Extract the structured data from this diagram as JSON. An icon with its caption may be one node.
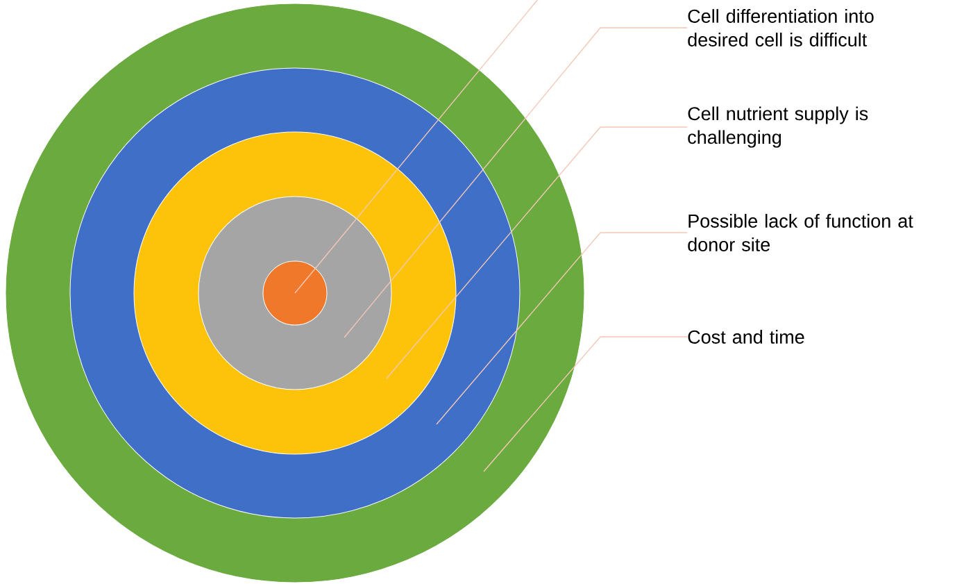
{
  "diagram": {
    "nodes": [
      {
        "text": [],
        "shape": "circle"
      },
      {
        "text": [],
        "shape": "circle",
        "in": 0
      },
      {
        "text": [],
        "shape": "circle",
        "in": 1
      },
      {
        "text": [],
        "shape": "circle",
        "in": 2
      },
      {
        "text": [],
        "shape": "circle",
        "in": 3
      },
      {
        "text": [
          "Cell differentiation into desired cell is difficult"
        ]
      },
      {
        "text": [
          "Cell nutrient supply is challenging"
        ]
      },
      {
        "text": [
          "Possible lack of function at donor site"
        ]
      },
      {
        "text": [
          "Cost and time"
        ]
      }
    ],
    "edges": [
      {
        "from": null,
        "to": 4,
        "arrow": "none"
      },
      {
        "from": 5,
        "to": 3,
        "arrow": "none"
      },
      {
        "from": 6,
        "to": 2,
        "arrow": "none"
      },
      {
        "from": 7,
        "to": 1,
        "arrow": "none"
      },
      {
        "from": 8,
        "to": 0,
        "arrow": "none"
      }
    ]
  }
}
